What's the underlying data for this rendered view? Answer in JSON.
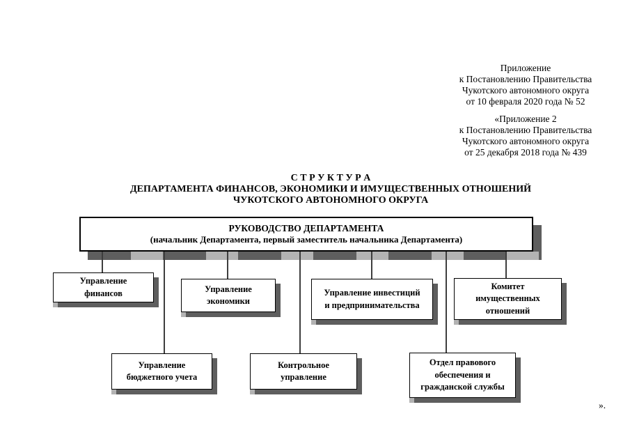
{
  "page": {
    "annex": {
      "block1": "Приложение\nк Постановлению Правительства\nЧукотского автономного округа\nот 10 февраля 2020 года № 52",
      "block2": "«Приложение 2\nк Постановлению Правительства\nЧукотского автономного округа\nот 25 декабря 2018 года № 439"
    },
    "title": {
      "line1": "С Т Р У К Т У Р А",
      "line2": "ДЕПАРТАМЕНТА ФИНАНСОВ, ЭКОНОМИКИ И ИМУЩЕСТВЕННЫХ ОТНОШЕНИЙ",
      "line3": "ЧУКОТСКОГО АВТОНОМНОГО ОКРУГА"
    },
    "closing_quote": "»."
  },
  "org_chart": {
    "root": {
      "title": "РУКОВОДСТВО ДЕПАРТАМЕНТА",
      "subtitle": "(начальник Департамента, первый заместитель начальника Департамента)"
    },
    "units": [
      {
        "label": "Управление\nфинансов",
        "reports_to": "РУКОВОДСТВО ДЕПАРТАМЕНТА"
      },
      {
        "label": "Управление\nэкономики",
        "reports_to": "РУКОВОДСТВО ДЕПАРТАМЕНТА"
      },
      {
        "label": "Управление инвестиций\nи предпринимательства",
        "reports_to": "РУКОВОДСТВО ДЕПАРТАМЕНТА"
      },
      {
        "label": "Комитет\nимущественных\nотношений",
        "reports_to": "РУКОВОДСТВО ДЕПАРТАМЕНТА"
      },
      {
        "label": "Управление\nбюджетного учета",
        "reports_to": "РУКОВОДСТВО ДЕПАРТАМЕНТА"
      },
      {
        "label": "Контрольное\nуправление",
        "reports_to": "РУКОВОДСТВО ДЕПАРТАМЕНТА"
      },
      {
        "label": "Отдел правового\nобеспечения и\nгражданской службы",
        "reports_to": "РУКОВОДСТВО ДЕПАРТАМЕНТА"
      }
    ],
    "colors": {
      "box_fill": "#ffffff",
      "box_border": "#000000",
      "shadow_dark": "#5e5e5e",
      "shadow_light": "#b3b3b3",
      "connector_line": "#3d3d3d",
      "text": "#000000",
      "page_background": "#ffffff"
    }
  }
}
